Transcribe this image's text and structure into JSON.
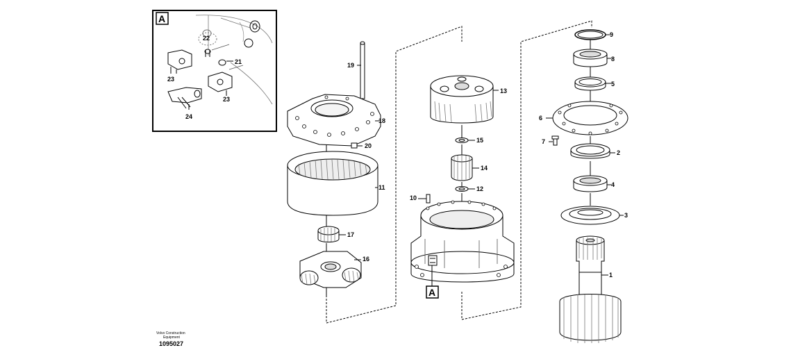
{
  "inset": {
    "label": "A",
    "callouts": [
      "22",
      "21",
      "23",
      "23",
      "24"
    ]
  },
  "callout_ref": "A",
  "parts": {
    "p1": "1",
    "p2": "2",
    "p3": "3",
    "p4": "4",
    "p5": "5",
    "p6": "6",
    "p7": "7",
    "p8": "8",
    "p9": "9",
    "p10": "10",
    "p11": "11",
    "p12": "12",
    "p13": "13",
    "p14": "14",
    "p15": "15",
    "p16": "16",
    "p17": "17",
    "p18": "18",
    "p19": "19",
    "p20": "20"
  },
  "footer": {
    "company_line1": "Volvo Construction",
    "company_line2": "Equipment",
    "doc_number": "1095027"
  }
}
